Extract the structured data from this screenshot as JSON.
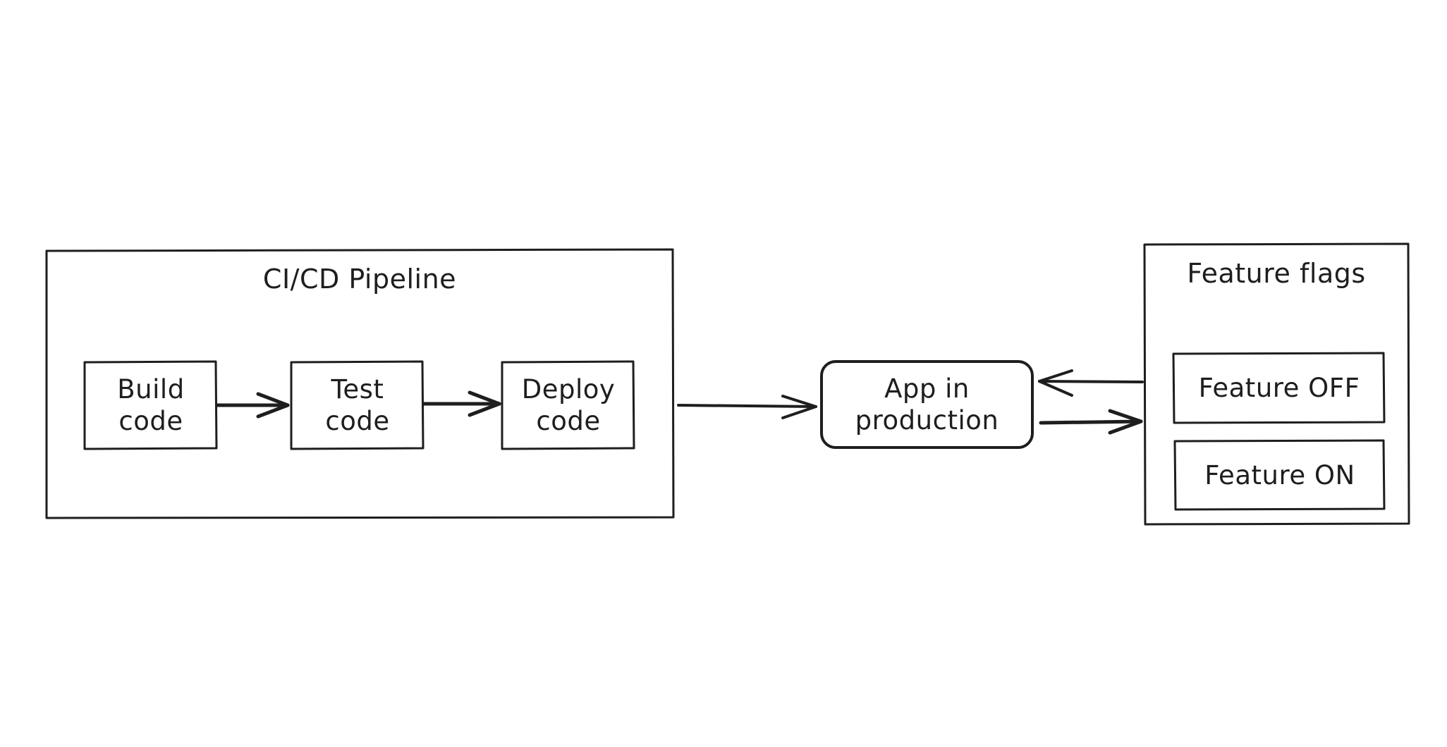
{
  "diagram": {
    "stroke_color": "#1e1e1e",
    "background_color": "#ffffff",
    "pipeline": {
      "title": "CI/CD Pipeline",
      "steps": [
        {
          "label": "Build\ncode"
        },
        {
          "label": "Test\ncode"
        },
        {
          "label": "Deploy\ncode"
        }
      ]
    },
    "app": {
      "label": "App in\nproduction"
    },
    "feature_flags": {
      "title": "Feature flags",
      "flags": [
        {
          "label": "Feature OFF"
        },
        {
          "label": "Feature ON"
        }
      ]
    }
  }
}
